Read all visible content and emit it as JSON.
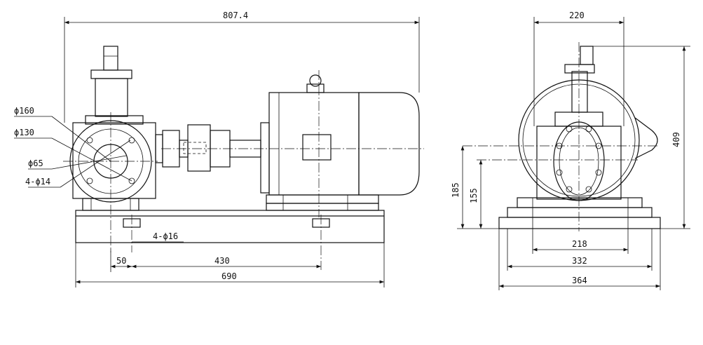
{
  "dimensions": {
    "overall_length": "807.4",
    "flange_od": "ϕ160",
    "bolt_circle": "ϕ130",
    "bore": "ϕ65",
    "flange_holes": "4-ϕ14",
    "base_holes": "4-ϕ16",
    "base_offset": "50",
    "base_hole_spacing": "430",
    "base_length": "690",
    "top_width": "220",
    "total_height": "409",
    "base_height": "185",
    "shaft_height": "155",
    "base_width_inner": "218",
    "base_width_mid": "332",
    "base_width_outer": "364"
  }
}
